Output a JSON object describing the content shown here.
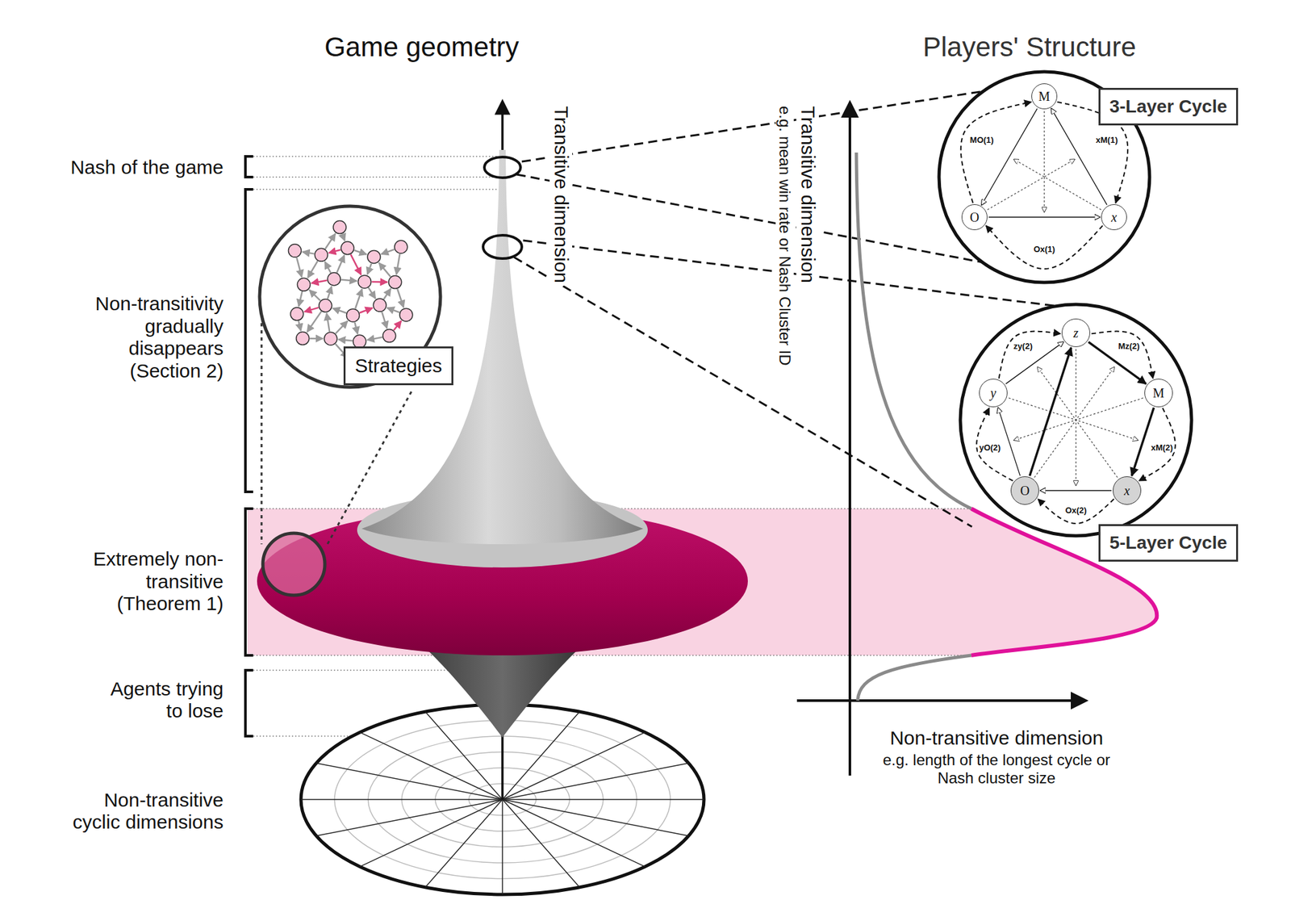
{
  "diagram": {
    "nodes": [
      {
        "text": [
          "Strategies"
        ]
      },
      {
        "text": [
          "3-Layer Cycle"
        ]
      },
      {
        "text": [
          "M"
        ]
      },
      {
        "text": [
          "O"
        ]
      },
      {
        "text": [
          "x"
        ]
      },
      {
        "text": [
          "5-Layer Cycle"
        ]
      },
      {
        "text": [
          "z"
        ]
      },
      {
        "text": [
          "M"
        ]
      },
      {
        "text": [
          "x"
        ]
      },
      {
        "text": [
          "O"
        ]
      },
      {
        "text": [
          "y"
        ]
      }
    ],
    "edges": [
      {
        "from": 3,
        "to": 2,
        "label": "MO(1)",
        "arrow": "to"
      },
      {
        "from": 2,
        "to": 4,
        "label": "xM(1)",
        "arrow": "to"
      },
      {
        "from": 4,
        "to": 3,
        "label": "Ox(1)",
        "arrow": "to"
      },
      {
        "from": 2,
        "to": 3,
        "arrow": "to"
      },
      {
        "from": 4,
        "to": 2,
        "arrow": "to"
      },
      {
        "from": 3,
        "to": 4,
        "arrow": "to"
      },
      {
        "from": 10,
        "to": 6,
        "label": "zy(2)",
        "arrow": "to"
      },
      {
        "from": 6,
        "to": 7,
        "label": "Mz(2)",
        "arrow": "to"
      },
      {
        "from": 7,
        "to": 8,
        "label": "xM(2)",
        "arrow": "to"
      },
      {
        "from": 8,
        "to": 9,
        "label": "Ox(2)",
        "arrow": "to"
      },
      {
        "from": 9,
        "to": 10,
        "label": "yO(2)",
        "arrow": "to"
      },
      {
        "from": 6,
        "to": 7,
        "arrow": "to"
      },
      {
        "from": 7,
        "to": 8,
        "arrow": "to"
      },
      {
        "from": 8,
        "to": 9,
        "arrow": "to"
      },
      {
        "from": 9,
        "to": 10,
        "arrow": "to"
      },
      {
        "from": 10,
        "to": 6,
        "arrow": "to"
      },
      {
        "from": 9,
        "to": 6,
        "arrow": "to"
      }
    ],
    "labels": [
      "Game geometry",
      "Players' Structure",
      "Nash of the game",
      "Non-transitivity gradually disappears (Section 2)",
      "Extremely non-transitive (Theorem 1)",
      "Agents trying to lose",
      "Non-transitive cyclic dimensions",
      "Transitive dimension",
      "Transitive dimension",
      "e.g. mean win rate or Nash Cluster ID",
      "Non-transitive dimension",
      "e.g. length of the longest cycle or Nash cluster size"
    ]
  }
}
